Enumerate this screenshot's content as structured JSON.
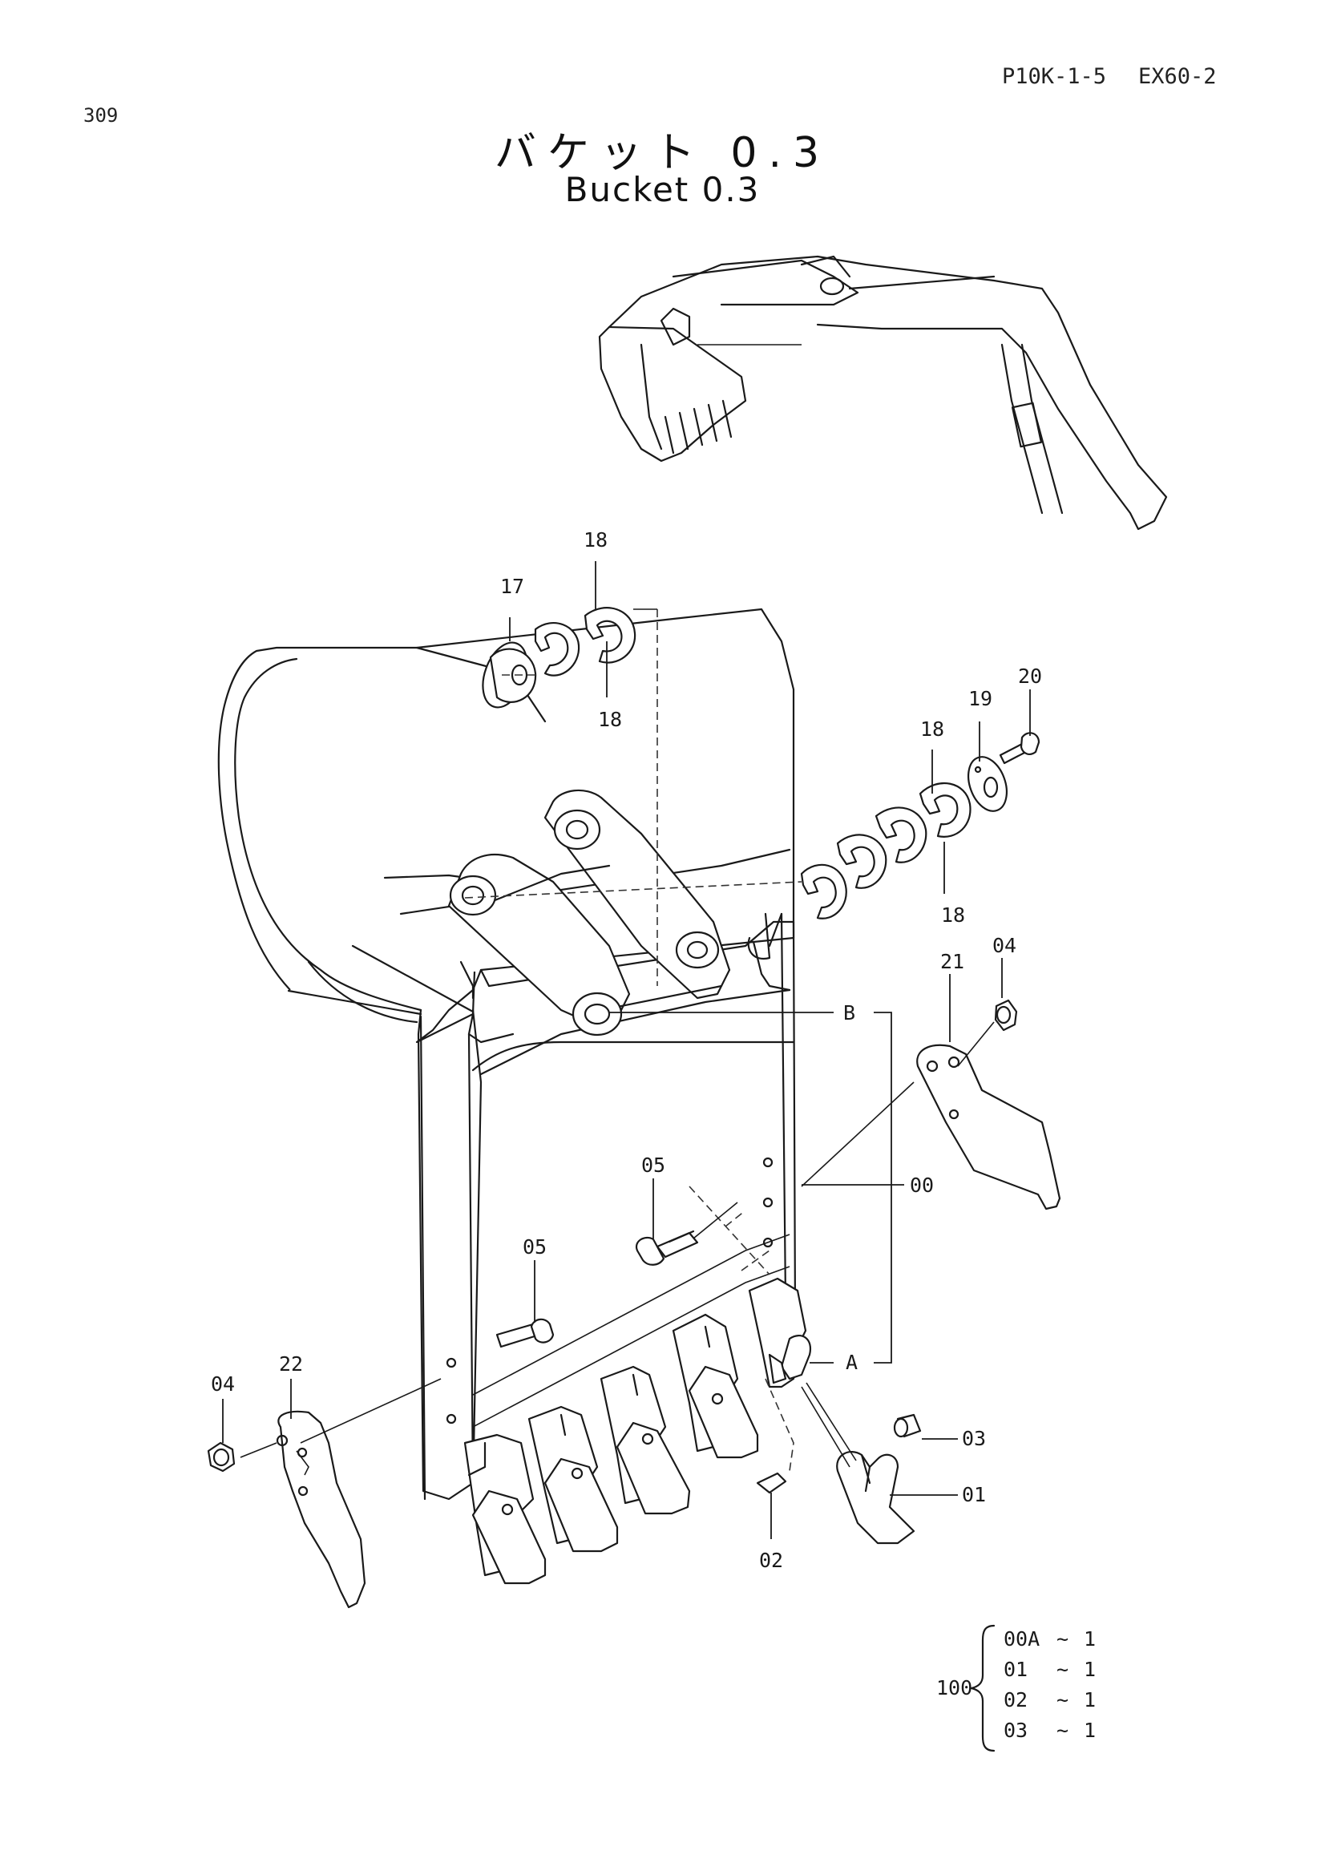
{
  "header": {
    "code": "P10K-1-5",
    "model": "EX60-2",
    "page_number": "309"
  },
  "title": {
    "japanese": "バケット 0.3",
    "english": "Bucket 0.3"
  },
  "callouts": [
    "17",
    "18",
    "18",
    "18",
    "18",
    "19",
    "20",
    "04",
    "21",
    "B",
    "00",
    "05",
    "05",
    "A",
    "03",
    "01",
    "02",
    "22",
    "04"
  ],
  "kit": {
    "number": "100",
    "items": [
      {
        "part": "00A",
        "sep": "~",
        "qty": "1"
      },
      {
        "part": "01",
        "sep": "~",
        "qty": "1"
      },
      {
        "part": "02",
        "sep": "~",
        "qty": "1"
      },
      {
        "part": "03",
        "sep": "~",
        "qty": "1"
      }
    ]
  }
}
